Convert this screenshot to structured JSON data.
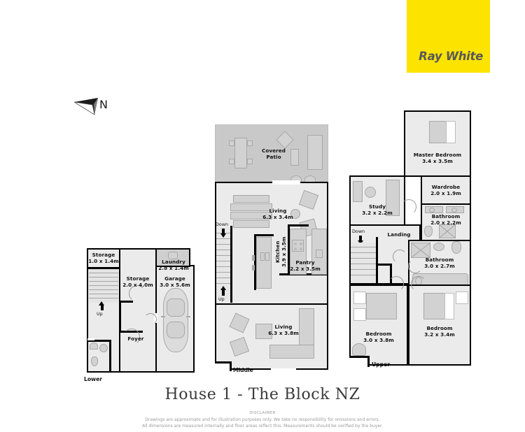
{
  "brand": {
    "name": "Ray White",
    "color": "#fde300",
    "text_color": "#58585a"
  },
  "compass": {
    "label": "N",
    "icon": "compass-north-icon"
  },
  "footer": {
    "title": "House 1 - The Block NZ",
    "disclaimer_heading": "DISCLAIMER",
    "disclaimer_line1": "Drawings are approximate and for illustration purposes only. We take no responsibility for omissions and errors.",
    "disclaimer_line2": "All dimensions are measured internally and floor areas reflect this. Measurements should be verified by the buyer."
  },
  "floors": [
    {
      "id": "lower",
      "tag": "Lower",
      "rooms": [
        {
          "name": "Storage",
          "dims": "1.0 x 1.4m"
        },
        {
          "name": "Storage",
          "dims": "2.0 x 4.0m"
        },
        {
          "name": "Laundry",
          "dims": "2.8 x 1.4m"
        },
        {
          "name": "Garage",
          "dims": "3.0 x 5.6m"
        },
        {
          "name": "Foyer",
          "dims": ""
        }
      ],
      "stair_direction": "Up"
    },
    {
      "id": "middle",
      "tag": "Middle",
      "rooms": [
        {
          "name": "Covered Patio",
          "dims": ""
        },
        {
          "name": "Living",
          "dims": "6.3 x 3.4m"
        },
        {
          "name": "Kitchen",
          "dims": "3.9 x 3.5m"
        },
        {
          "name": "Pantry",
          "dims": "2.2 x 3.5m"
        },
        {
          "name": "Living",
          "dims": "6.3 x 3.8m"
        }
      ],
      "stair_direction_top": "Down",
      "stair_direction_bottom": "Up"
    },
    {
      "id": "upper",
      "tag": "Upper",
      "rooms": [
        {
          "name": "Master Bedroom",
          "dims": "3.4 x 3.5m"
        },
        {
          "name": "Wardrobe",
          "dims": "2.0 x 1.9m"
        },
        {
          "name": "Bathroom",
          "dims": "2.0 x 2.2m"
        },
        {
          "name": "Study",
          "dims": "3.2 x 2.2m"
        },
        {
          "name": "Landing",
          "dims": ""
        },
        {
          "name": "Bathroom",
          "dims": "3.0 x 2.7m"
        },
        {
          "name": "Bedroom",
          "dims": "3.0 x 3.8m"
        },
        {
          "name": "Bedroom",
          "dims": "3.2 x 3.4m"
        }
      ],
      "stair_direction": "Down"
    }
  ],
  "palette": {
    "room_fill": "#ebebeb",
    "patio_fill": "#c9c9c9",
    "furniture": "#bcbcbc",
    "wall": "#000000",
    "page_bg": "#ffffff"
  }
}
